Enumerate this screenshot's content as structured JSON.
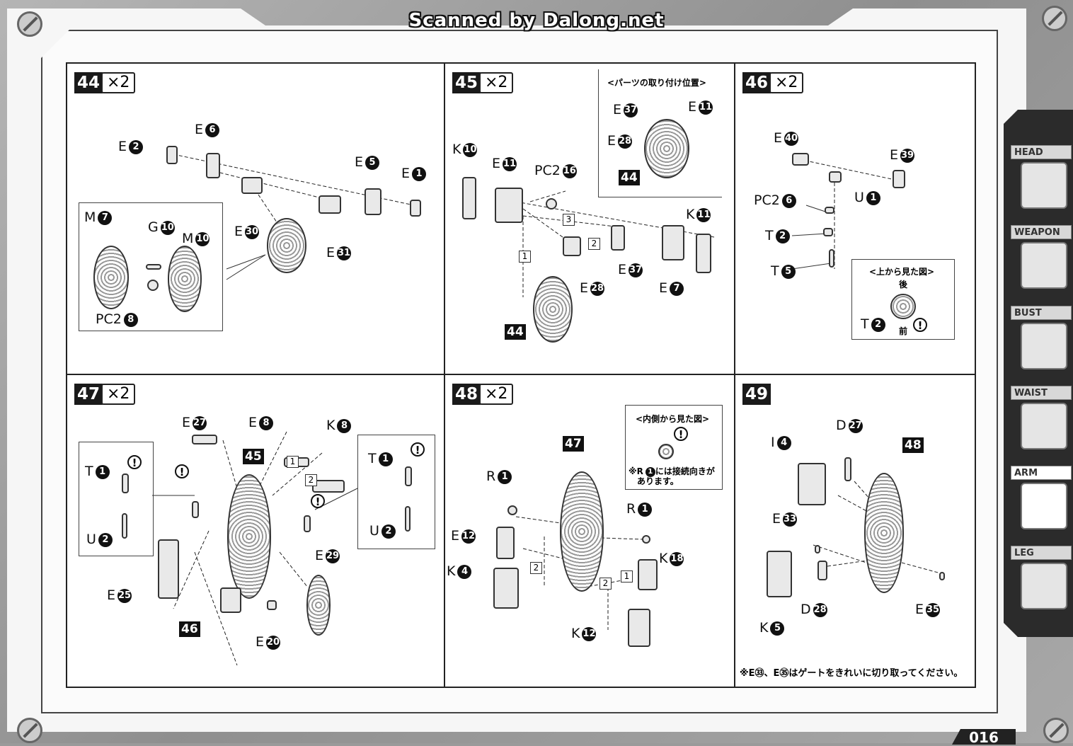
{
  "header": {
    "scan_credit": "Scanned by Dalong.net"
  },
  "page_number": "016",
  "side_tabs": [
    {
      "label": "HEAD",
      "active": false
    },
    {
      "label": "WEAPON",
      "active": false
    },
    {
      "label": "BUST",
      "active": false
    },
    {
      "label": "WAIST",
      "active": false
    },
    {
      "label": "ARM",
      "active": true
    },
    {
      "label": "LEG",
      "active": false
    }
  ],
  "steps": {
    "s44": {
      "number": "44",
      "multiplier": "×2",
      "labels": [
        {
          "letter": "E",
          "num": "6"
        },
        {
          "letter": "E",
          "num": "2"
        },
        {
          "letter": "E",
          "num": "5"
        },
        {
          "letter": "E",
          "num": "1"
        },
        {
          "letter": "E",
          "num": "30"
        },
        {
          "letter": "E",
          "num": "31"
        },
        {
          "letter": "M",
          "num": "7"
        },
        {
          "letter": "G",
          "num": "10"
        },
        {
          "letter": "M",
          "num": "10"
        },
        {
          "letter": "PC2",
          "num": "8"
        }
      ]
    },
    "s45": {
      "number": "45",
      "multiplier": "×2",
      "inset_title": "<パーツの取り付け位置>",
      "inset_ref": "44",
      "ref": "44",
      "labels": [
        {
          "letter": "K",
          "num": "10"
        },
        {
          "letter": "E",
          "num": "11"
        },
        {
          "letter": "PC2",
          "num": "16"
        },
        {
          "letter": "K",
          "num": "11"
        },
        {
          "letter": "E",
          "num": "37"
        },
        {
          "letter": "E",
          "num": "28"
        },
        {
          "letter": "E",
          "num": "7"
        },
        {
          "letter": "E",
          "num": "37"
        },
        {
          "letter": "E",
          "num": "11"
        },
        {
          "letter": "E",
          "num": "28"
        }
      ],
      "seq": [
        "1",
        "2",
        "3"
      ]
    },
    "s46": {
      "number": "46",
      "multiplier": "×2",
      "inset_title": "<上から見た図>",
      "inset_back": "後",
      "inset_front": "前",
      "labels": [
        {
          "letter": "E",
          "num": "40"
        },
        {
          "letter": "E",
          "num": "39"
        },
        {
          "letter": "PC2",
          "num": "6"
        },
        {
          "letter": "U",
          "num": "1"
        },
        {
          "letter": "T",
          "num": "2"
        },
        {
          "letter": "T",
          "num": "5"
        },
        {
          "letter": "T",
          "num": "2"
        }
      ]
    },
    "s47": {
      "number": "47",
      "multiplier": "×2",
      "ref_main": "45",
      "ref_sub": "46",
      "labels": [
        {
          "letter": "E",
          "num": "27"
        },
        {
          "letter": "E",
          "num": "8"
        },
        {
          "letter": "K",
          "num": "8"
        },
        {
          "letter": "T",
          "num": "1"
        },
        {
          "letter": "U",
          "num": "2"
        },
        {
          "letter": "T",
          "num": "1"
        },
        {
          "letter": "U",
          "num": "2"
        },
        {
          "letter": "E",
          "num": "29"
        },
        {
          "letter": "E",
          "num": "25"
        },
        {
          "letter": "E",
          "num": "20"
        }
      ],
      "seq": [
        "1",
        "2"
      ]
    },
    "s48": {
      "number": "48",
      "multiplier": "×2",
      "ref": "47",
      "inset_title": "<内側から見た図>",
      "inset_note_line1": "※R",
      "inset_note_num": "1",
      "inset_note_line1b": "には接続向きが",
      "inset_note_line2": "あります。",
      "labels": [
        {
          "letter": "R",
          "num": "1"
        },
        {
          "letter": "R",
          "num": "1"
        },
        {
          "letter": "E",
          "num": "12"
        },
        {
          "letter": "K",
          "num": "4"
        },
        {
          "letter": "K",
          "num": "18"
        },
        {
          "letter": "K",
          "num": "12"
        }
      ],
      "seq": [
        "1",
        "2",
        "2"
      ]
    },
    "s49": {
      "number": "49",
      "ref": "48",
      "labels": [
        {
          "letter": "D",
          "num": "27"
        },
        {
          "letter": "I",
          "num": "4"
        },
        {
          "letter": "E",
          "num": "33"
        },
        {
          "letter": "K",
          "num": "5"
        },
        {
          "letter": "D",
          "num": "28"
        },
        {
          "letter": "E",
          "num": "35"
        }
      ],
      "footnote": "※E㉝、E㉟はゲートをきれいに切り取ってください。"
    }
  }
}
